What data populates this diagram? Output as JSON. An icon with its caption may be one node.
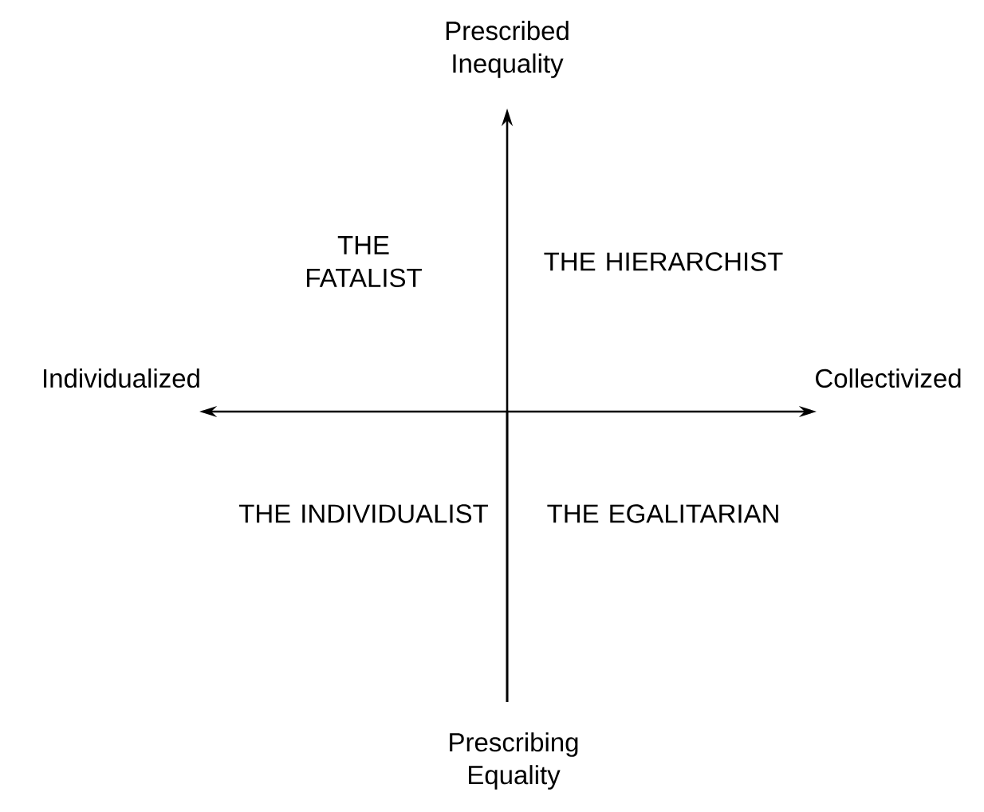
{
  "diagram": {
    "labels": [
      "Prescribed Inequality",
      "THE FATALIST",
      "THE HIERARCHIST",
      "Individualized",
      "Collectivized",
      "THE INDIVIDUALIST",
      "THE EGALITARIAN",
      "Prescribing Equality"
    ]
  }
}
